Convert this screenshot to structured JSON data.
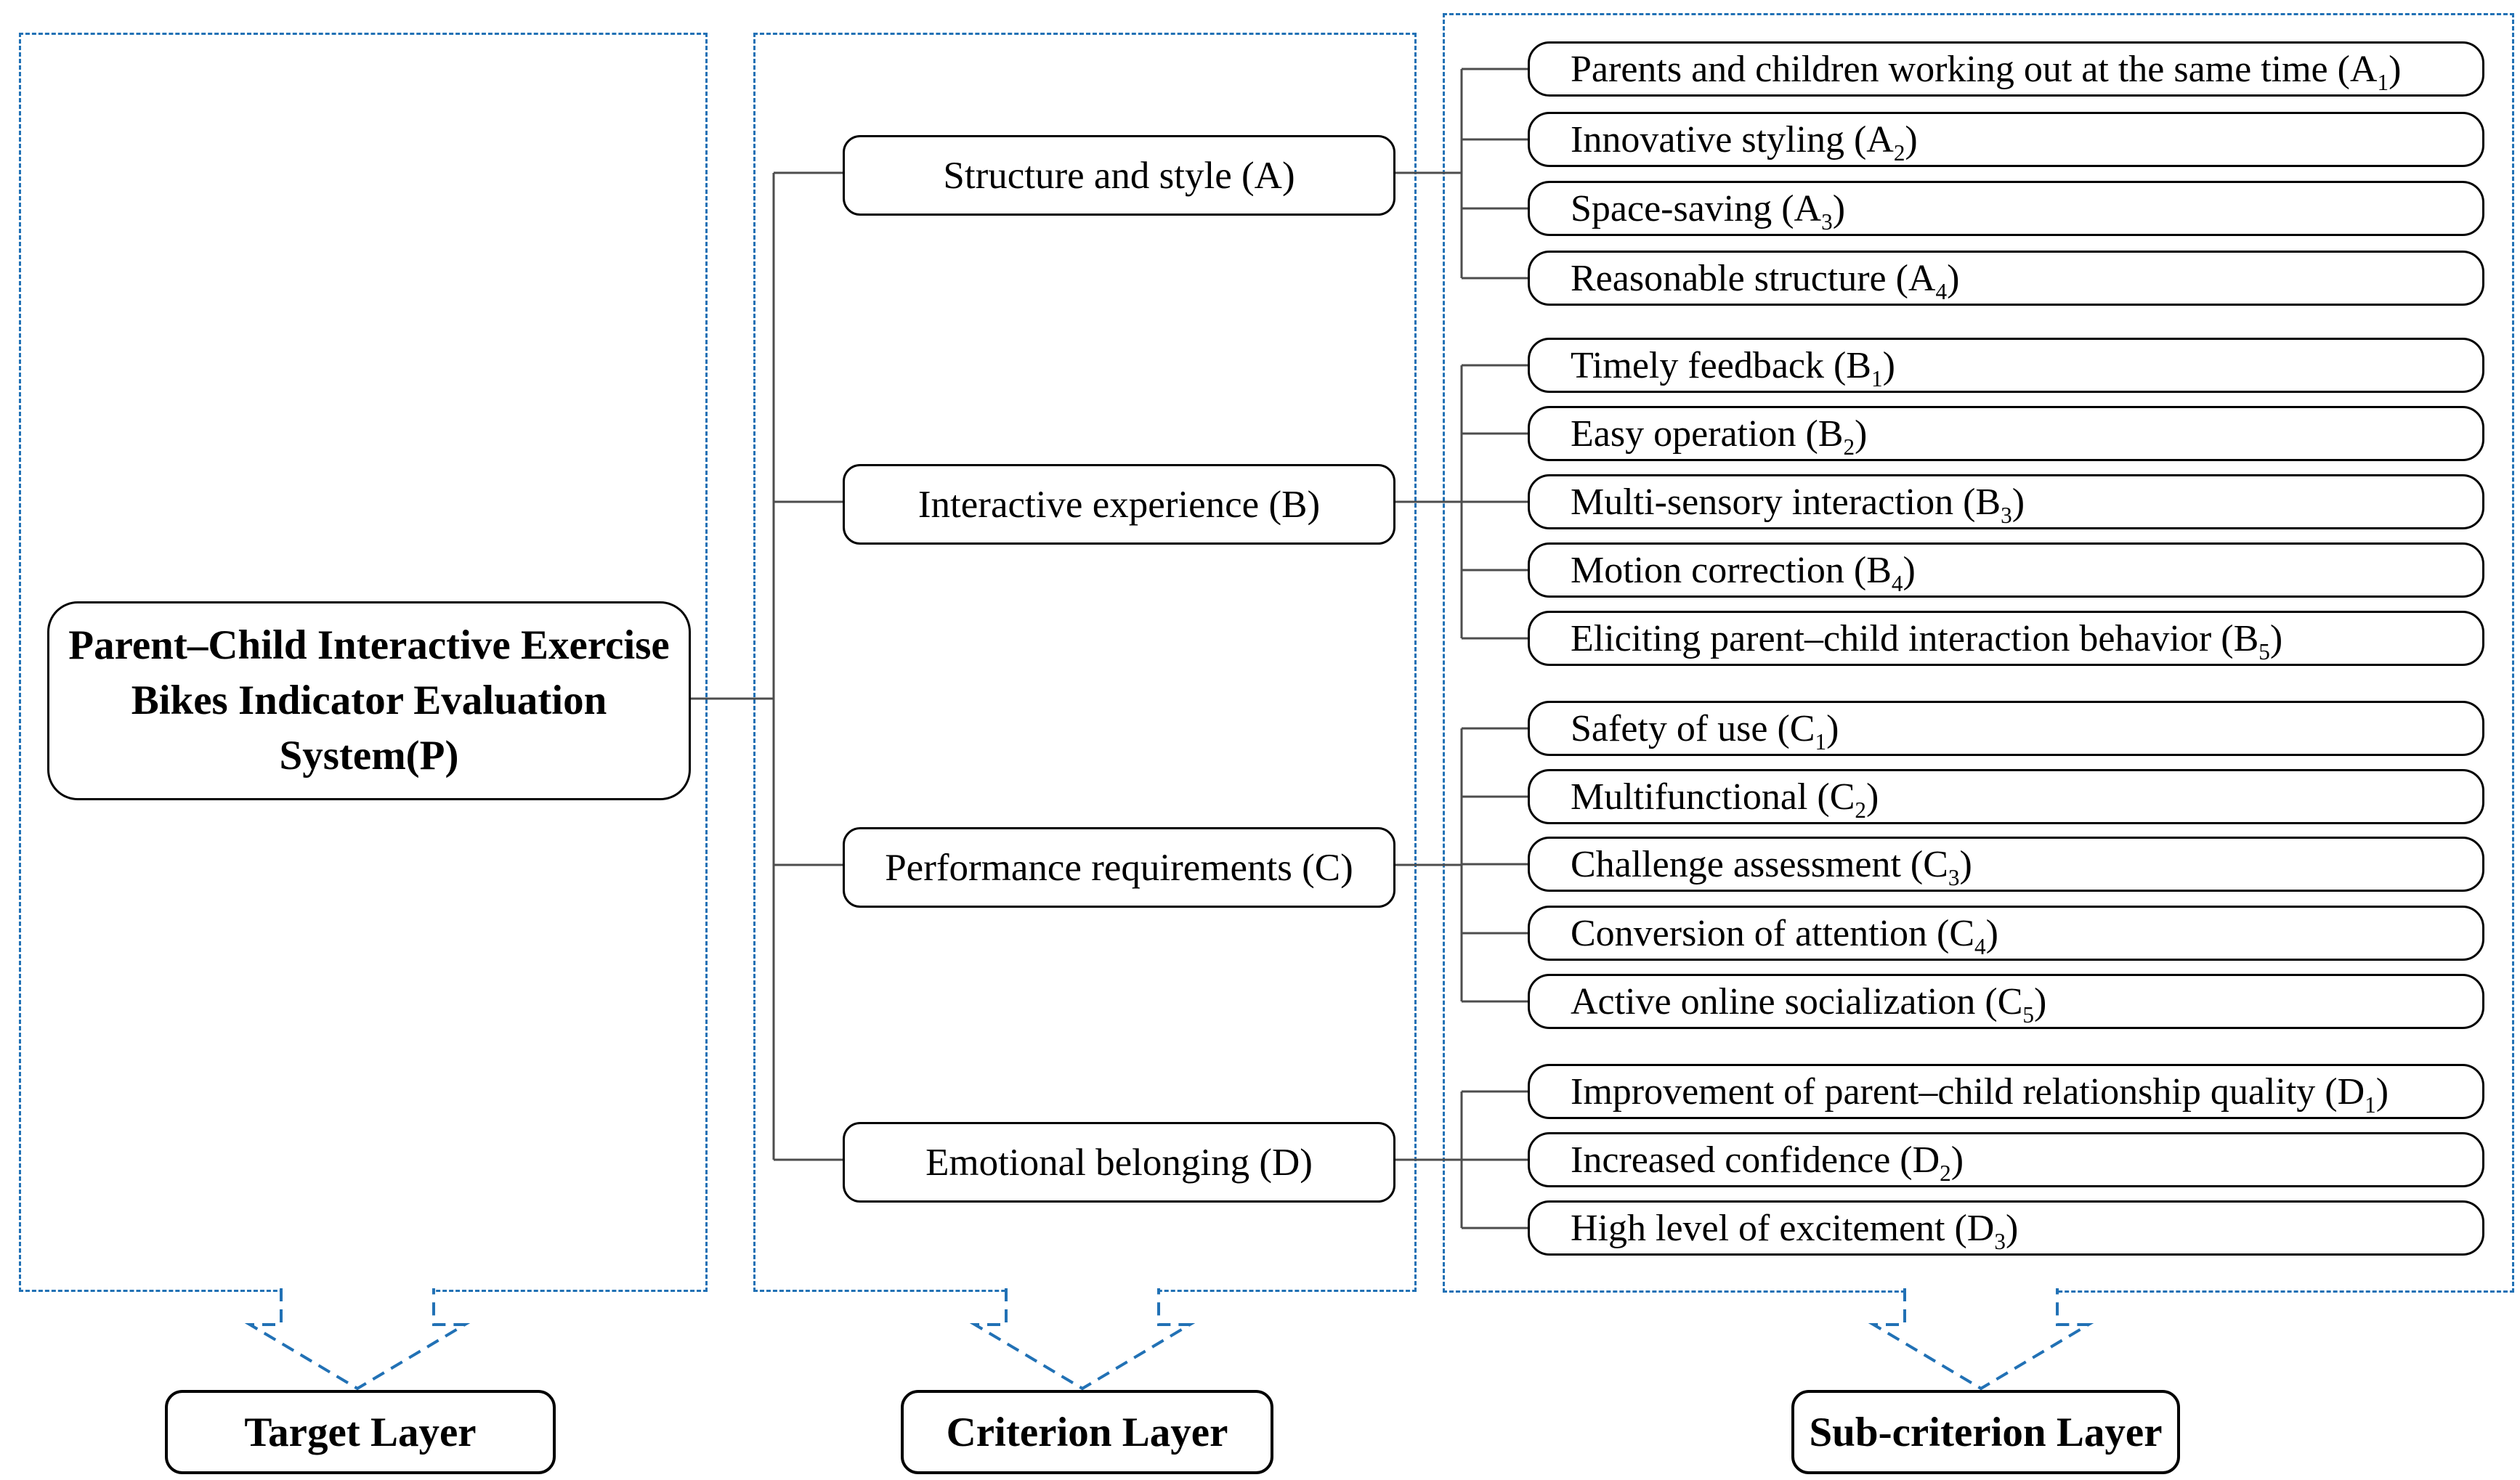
{
  "diagram": {
    "colors": {
      "dashed_blue": "#2171b5",
      "box_border": "#000000",
      "connector_gray": "#4d4d4d",
      "background": "#ffffff"
    },
    "goal": {
      "lines": [
        "Parent–Child Interactive Exercise",
        "Bikes Indicator Evaluation",
        "System(P)"
      ]
    },
    "criteria": [
      {
        "label": "Structure and style (A)"
      },
      {
        "label": "Interactive experience (B)"
      },
      {
        "label": "Performance requirements (C)"
      },
      {
        "label": "Emotional belonging (D)"
      }
    ],
    "sub_criteria": {
      "A": [
        {
          "text": "Parents and children working out at the same time (A",
          "sub": "1",
          "suffix": ")"
        },
        {
          "text": "Innovative styling (A",
          "sub": "2",
          "suffix": ")"
        },
        {
          "text": "Space-saving (A",
          "sub": "3",
          "suffix": ")"
        },
        {
          "text": "Reasonable structure (A",
          "sub": "4",
          "suffix": ")"
        }
      ],
      "B": [
        {
          "text": "Timely feedback (B",
          "sub": "1",
          "suffix": ")"
        },
        {
          "text": "Easy operation (B",
          "sub": "2",
          "suffix": ")"
        },
        {
          "text": "Multi-sensory interaction (B",
          "sub": "3",
          "suffix": ")"
        },
        {
          "text": "Motion correction (B",
          "sub": "4",
          "suffix": ")"
        },
        {
          "text": "Eliciting parent–child interaction behavior (B",
          "sub": "5",
          "suffix": ")"
        }
      ],
      "C": [
        {
          "text": "Safety of use (C",
          "sub": "1",
          "suffix": ")"
        },
        {
          "text": "Multifunctional (C",
          "sub": "2",
          "suffix": ")"
        },
        {
          "text": "Challenge assessment (C",
          "sub": "3",
          "suffix": ")"
        },
        {
          "text": "Conversion of attention (C",
          "sub": "4",
          "suffix": ")"
        },
        {
          "text": "Active online socialization (C",
          "sub": "5",
          "suffix": ")"
        }
      ],
      "D": [
        {
          "text": "Improvement of parent–child relationship quality (D",
          "sub": "1",
          "suffix": ")"
        },
        {
          "text": "Increased confidence (D",
          "sub": "2",
          "suffix": ")"
        },
        {
          "text": "High level of excitement (D",
          "sub": "3",
          "suffix": ")"
        }
      ]
    },
    "layer_labels": {
      "target": "Target Layer",
      "criterion": "Criterion Layer",
      "sub_criterion": "Sub-criterion Layer"
    }
  }
}
